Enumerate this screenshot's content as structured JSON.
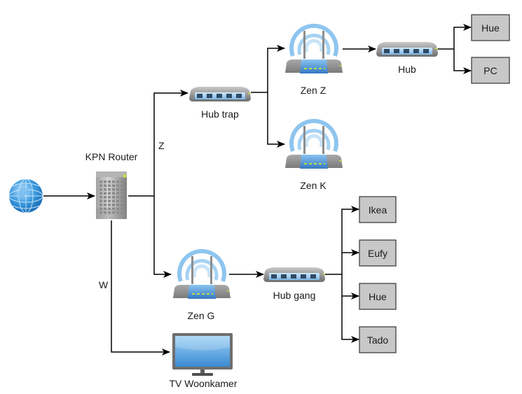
{
  "diagram": {
    "type": "network-topology",
    "nodes": {
      "internet": {
        "label": "",
        "icon": "globe-icon"
      },
      "kpn_router": {
        "label": "KPN Router",
        "icon": "server-tower-icon"
      },
      "hub_trap": {
        "label": "Hub trap",
        "icon": "network-hub-icon"
      },
      "zen_z": {
        "label": "Zen Z",
        "icon": "wifi-router-icon"
      },
      "zen_k": {
        "label": "Zen K",
        "icon": "wifi-router-icon"
      },
      "hub": {
        "label": "Hub",
        "icon": "network-hub-icon"
      },
      "hue_top": {
        "label": "Hue",
        "icon": "device-box"
      },
      "pc": {
        "label": "PC",
        "icon": "device-box"
      },
      "zen_g": {
        "label": "Zen G",
        "icon": "wifi-router-icon"
      },
      "hub_gang": {
        "label": "Hub gang",
        "icon": "network-hub-icon"
      },
      "ikea": {
        "label": "Ikea",
        "icon": "device-box"
      },
      "eufy": {
        "label": "Eufy",
        "icon": "device-box"
      },
      "hue_bottom": {
        "label": "Hue",
        "icon": "device-box"
      },
      "tado": {
        "label": "Tado",
        "icon": "device-box"
      },
      "tv": {
        "label": "TV Woonkamer",
        "icon": "monitor-icon"
      }
    },
    "edge_labels": {
      "z": "Z",
      "w": "W"
    },
    "edges": [
      {
        "from": "internet",
        "to": "kpn_router"
      },
      {
        "from": "kpn_router",
        "to": "hub_trap",
        "label": "Z"
      },
      {
        "from": "kpn_router",
        "to": "zen_g"
      },
      {
        "from": "kpn_router",
        "to": "tv",
        "label": "W"
      },
      {
        "from": "hub_trap",
        "to": "zen_z"
      },
      {
        "from": "hub_trap",
        "to": "zen_k"
      },
      {
        "from": "zen_z",
        "to": "hub"
      },
      {
        "from": "hub",
        "to": "hue_top"
      },
      {
        "from": "hub",
        "to": "pc"
      },
      {
        "from": "zen_g",
        "to": "hub_gang"
      },
      {
        "from": "hub_gang",
        "to": "ikea"
      },
      {
        "from": "hub_gang",
        "to": "eufy"
      },
      {
        "from": "hub_gang",
        "to": "hue_bottom"
      },
      {
        "from": "hub_gang",
        "to": "tado"
      }
    ],
    "colors": {
      "box_fill": "#c8c8c8",
      "box_stroke": "#333333",
      "wifi_arc": "#8ec5ef",
      "wifi_body": "#4d8fd0",
      "led": "#b8e04a",
      "device_gray": "#8a8a8a",
      "edge": "#000000"
    }
  }
}
